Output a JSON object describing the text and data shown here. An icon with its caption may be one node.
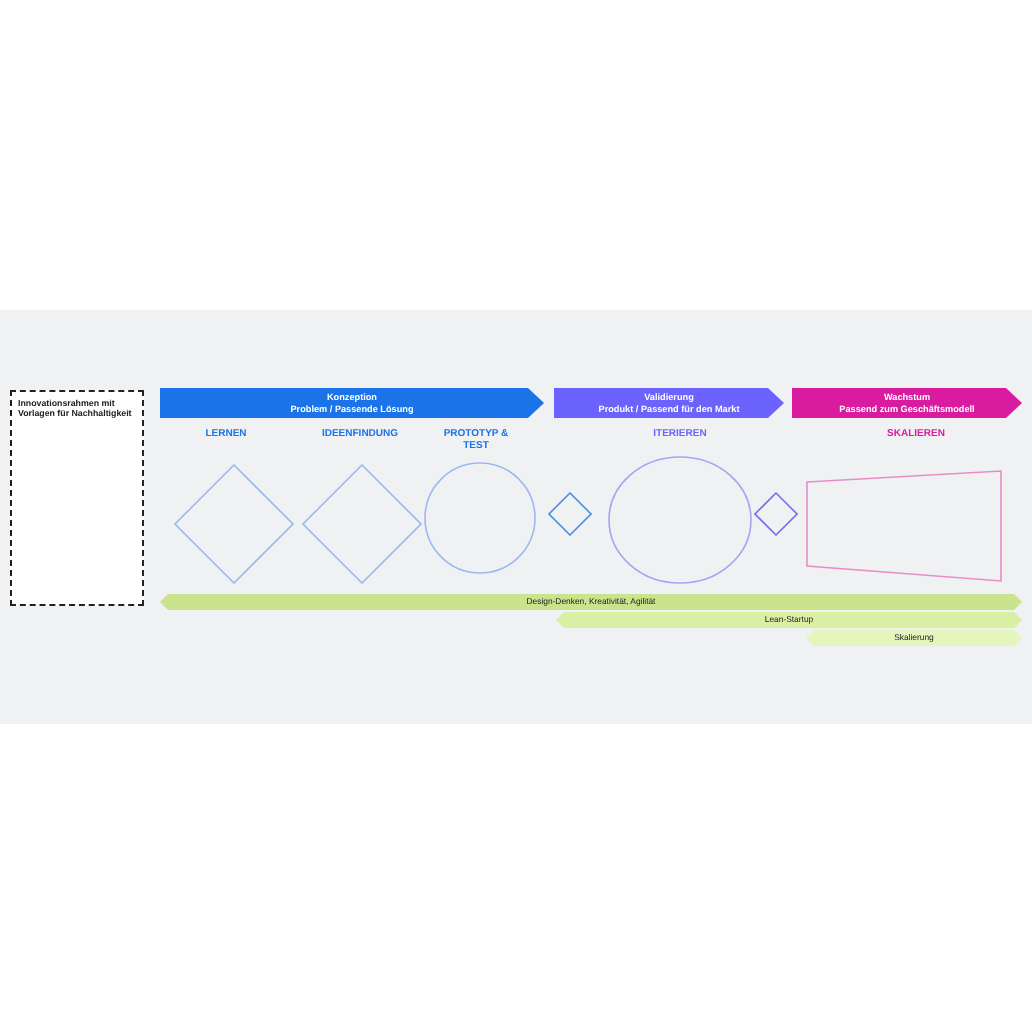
{
  "diagram": {
    "nodes": [
      {
        "text": [
          "Innovationsrahmen mit Vorlagen für Nachhaltigkeit"
        ]
      },
      {
        "text": [
          "Konzeption",
          "Problem / Passende Lösung"
        ]
      },
      {
        "text": [
          "Validierung",
          "Produkt / Passend für den Markt"
        ]
      },
      {
        "text": [
          "Wachstum",
          "Passend zum Geschäftsmodell"
        ]
      },
      {
        "text": [],
        "shape": "diamond"
      },
      {
        "text": [],
        "shape": "diamond"
      },
      {
        "text": [],
        "shape": "circle"
      },
      {
        "text": [],
        "shape": "diamond"
      },
      {
        "text": [],
        "shape": "circle"
      },
      {
        "text": [],
        "shape": "diamond"
      },
      {
        "text": [],
        "shape": "trapezoid"
      },
      {
        "text": [
          "Design-Denken, Kreativität, Agilität"
        ]
      },
      {
        "text": [
          "Lean-Startup"
        ]
      },
      {
        "text": [
          "Skalierung"
        ]
      }
    ],
    "labels": [
      "LERNEN",
      "IDEENFINDUNG",
      "PROTOTYP & TEST",
      "ITERIEREN",
      "SKALIEREN"
    ]
  }
}
